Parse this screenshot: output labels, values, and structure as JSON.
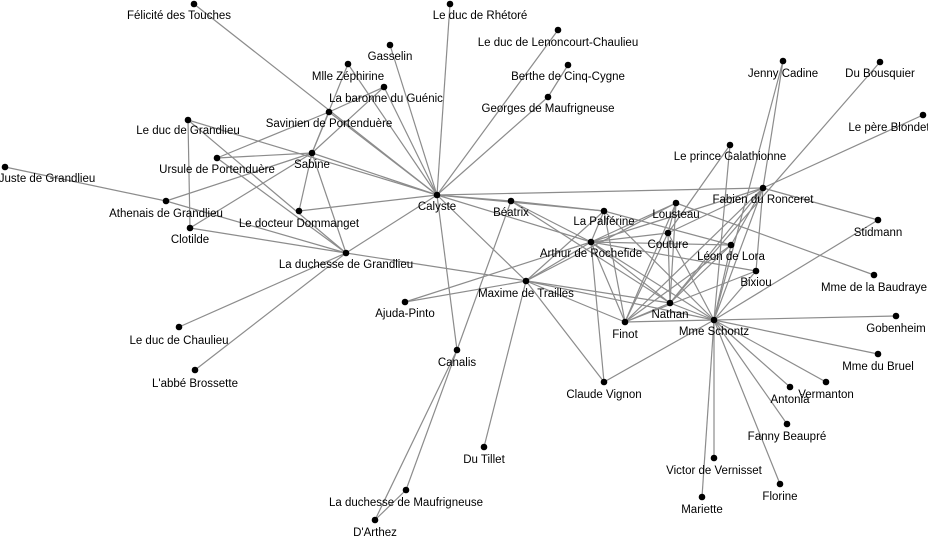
{
  "nodes": [
    "Félicité des Touches",
    "Le duc de Rhétoré",
    "Le duc de Lenoncourt-Chaulieu",
    "Gasselin",
    "Mlle Zéphirine",
    "Berthe de Cinq-Cygne",
    "Jenny Cadine",
    "Du Bousquier",
    "La baronne du Guénic",
    "Georges de Maufrigneuse",
    "Savinien de Portenduère",
    "Le père Blondet",
    "Le duc de Grandlieu",
    "Le prince Galathionne",
    "Sabine",
    "Ursule de Portenduère",
    "Juste de Grandlieu",
    "Fabien du Ronceret",
    "Calyste",
    "Béatrix",
    "Athenais de Grandlieu",
    "Lousteau",
    "La Palférine",
    "Le docteur Dommanget",
    "Stidmann",
    "Couture",
    "Clotilde",
    "Arthur de Rochefide",
    "La duchesse de Grandlieu",
    "Léon de Lora",
    "Bixiou",
    "Mme de la Baudraye",
    "Maxime de Trailles",
    "Ajuda-Pinto",
    "Nathan",
    "Finot",
    "Mme Schontz",
    "Gobenheim",
    "Le duc de Chaulieu",
    "Canalis",
    "Mme du Bruel",
    "L'abbé Brossette",
    "Claude Vignon",
    "Antonia",
    "Vermanton",
    "Fanny Beaupré",
    "Du Tillet",
    "Victor de Vernisset",
    "Florine",
    "La duchesse de Maufrigneuse",
    "Mariette",
    "D'Arthez"
  ],
  "edges": [
    [
      0,
      18
    ],
    [
      1,
      18
    ],
    [
      2,
      18
    ],
    [
      3,
      18
    ],
    [
      4,
      18
    ],
    [
      8,
      18
    ],
    [
      10,
      18
    ],
    [
      9,
      18
    ],
    [
      5,
      9
    ],
    [
      14,
      18
    ],
    [
      12,
      18
    ],
    [
      23,
      18
    ],
    [
      28,
      18
    ],
    [
      39,
      18
    ],
    [
      19,
      18
    ],
    [
      32,
      18
    ],
    [
      22,
      18
    ],
    [
      17,
      18
    ],
    [
      27,
      18
    ],
    [
      14,
      10
    ],
    [
      14,
      4
    ],
    [
      14,
      8
    ],
    [
      14,
      15
    ],
    [
      14,
      20
    ],
    [
      14,
      26
    ],
    [
      14,
      23
    ],
    [
      14,
      28
    ],
    [
      10,
      15
    ],
    [
      10,
      8
    ],
    [
      12,
      26
    ],
    [
      12,
      28
    ],
    [
      15,
      28
    ],
    [
      16,
      20
    ],
    [
      20,
      28
    ],
    [
      26,
      28
    ],
    [
      28,
      38
    ],
    [
      28,
      41
    ],
    [
      28,
      34
    ],
    [
      33,
      27
    ],
    [
      33,
      32
    ],
    [
      39,
      19
    ],
    [
      39,
      49
    ],
    [
      39,
      51
    ],
    [
      46,
      32
    ],
    [
      49,
      51
    ],
    [
      19,
      27
    ],
    [
      19,
      22
    ],
    [
      19,
      34
    ],
    [
      32,
      27
    ],
    [
      32,
      22
    ],
    [
      32,
      42
    ],
    [
      32,
      35
    ],
    [
      32,
      36
    ],
    [
      32,
      21
    ],
    [
      27,
      22
    ],
    [
      27,
      25
    ],
    [
      27,
      21
    ],
    [
      27,
      17
    ],
    [
      27,
      29
    ],
    [
      27,
      34
    ],
    [
      27,
      35
    ],
    [
      27,
      36
    ],
    [
      27,
      42
    ],
    [
      13,
      25
    ],
    [
      13,
      36
    ],
    [
      6,
      36
    ],
    [
      6,
      17
    ],
    [
      7,
      34
    ],
    [
      11,
      17
    ],
    [
      17,
      24
    ],
    [
      17,
      25
    ],
    [
      17,
      29
    ],
    [
      17,
      30
    ],
    [
      17,
      36
    ],
    [
      17,
      34
    ],
    [
      17,
      35
    ],
    [
      21,
      31
    ],
    [
      21,
      25
    ],
    [
      21,
      35
    ],
    [
      21,
      34
    ],
    [
      25,
      35
    ],
    [
      25,
      34
    ],
    [
      25,
      36
    ],
    [
      29,
      35
    ],
    [
      29,
      36
    ],
    [
      29,
      22
    ],
    [
      29,
      34
    ],
    [
      30,
      35
    ],
    [
      30,
      36
    ],
    [
      30,
      27
    ],
    [
      36,
      24
    ],
    [
      36,
      37
    ],
    [
      36,
      40
    ],
    [
      36,
      43
    ],
    [
      36,
      44
    ],
    [
      36,
      45
    ],
    [
      36,
      47
    ],
    [
      36,
      48
    ],
    [
      36,
      50
    ],
    [
      36,
      34
    ],
    [
      36,
      35
    ],
    [
      36,
      22
    ],
    [
      36,
      42
    ],
    [
      35,
      34
    ],
    [
      35,
      22
    ]
  ]
}
